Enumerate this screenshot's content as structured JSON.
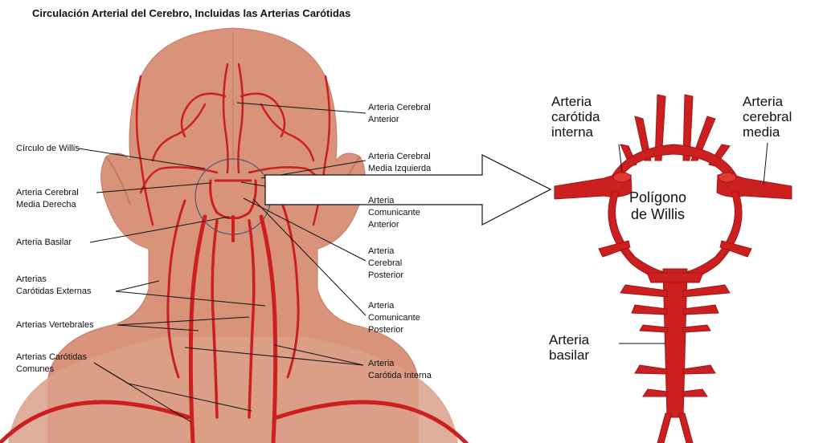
{
  "title": "Circulación Arterial del Cerebro, Incluidas las Arterias Carótidas",
  "left_labels": [
    "Círculo de Willis",
    "Arteria Cerebral\nMedia Derecha",
    "Arteria Basilar",
    "Arterias\nCarótidas Externas",
    "Arterias Vertebrales",
    "Arterias Carótidas\nComunes"
  ],
  "right_labels": [
    "Arteria Cerebral\nAnterior",
    "Arteria Cerebral\nMedia Izquierda",
    "Arteria\nComunicante\nAnterior",
    "Arteria\nCerebral\nPosterior",
    "Arteria\nComunicante\nPosterior",
    "Arteria\nCarótida Interna"
  ],
  "willis_labels": {
    "carotida": "Arteria\ncarótida\ninterna",
    "cerebral_media": "Arteria\ncerebral\nmedia",
    "poligono": "Polígono\nde Willis",
    "basilar": "Arteria\nbasilar"
  },
  "colors": {
    "skin": "#d9937a",
    "skin_dark": "#c47a62",
    "artery": "#cc1f1f",
    "artery_light": "#e03a36"
  }
}
